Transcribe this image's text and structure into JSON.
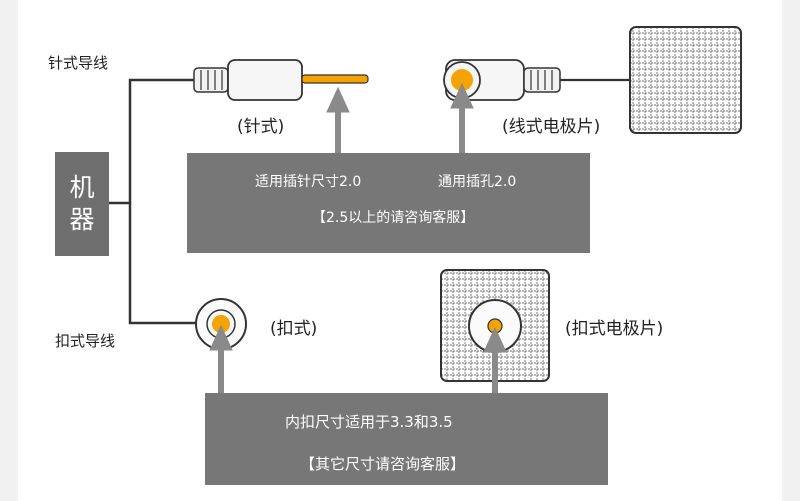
{
  "labels": {
    "pin_wire": "针式导线",
    "snap_wire": "扣式导线",
    "pin_type": "(针式)",
    "wire_pad": "(线式电极片)",
    "snap_type": "(扣式)",
    "snap_pad": "(扣式电极片)"
  },
  "machine": {
    "line1": "机",
    "line2": "器"
  },
  "top_box": {
    "pin_size": "适用插针尺寸2.0",
    "hole_size": "通用插孔2.0",
    "note": "【2.5以上的请咨询客服】"
  },
  "bottom_box": {
    "snap_size": "内扣尺寸适用于3.3和3.5",
    "note": "【其它尺寸请咨询客服】"
  },
  "colors": {
    "box_gray": "#777777",
    "machine_gray": "#6f6f6f",
    "accent_orange": "#f4a300",
    "arrow_gray": "#8a8a8a",
    "wire": "#333333"
  }
}
